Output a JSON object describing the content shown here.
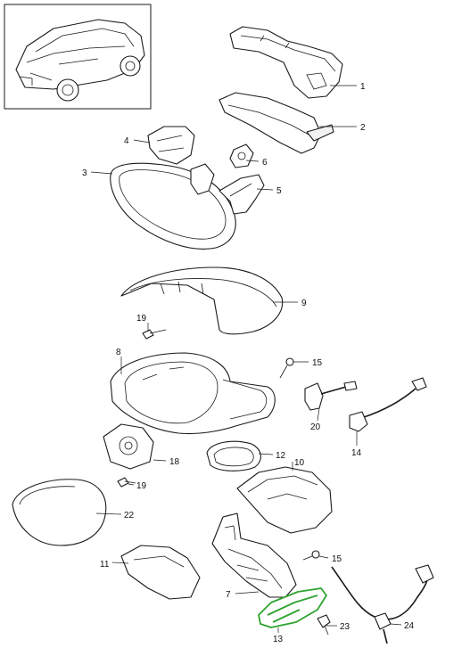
{
  "diagram": {
    "highlight_color": "#2fa32f",
    "line_color": "#1a1a1a",
    "highlighted_part": "13",
    "callouts": [
      {
        "id": "c1",
        "label": "1"
      },
      {
        "id": "c2",
        "label": "2"
      },
      {
        "id": "c3",
        "label": "3"
      },
      {
        "id": "c4",
        "label": "4"
      },
      {
        "id": "c5",
        "label": "5"
      },
      {
        "id": "c6",
        "label": "6"
      },
      {
        "id": "c7",
        "label": "7"
      },
      {
        "id": "c8",
        "label": "8"
      },
      {
        "id": "c9",
        "label": "9"
      },
      {
        "id": "c10",
        "label": "10"
      },
      {
        "id": "c11",
        "label": "11"
      },
      {
        "id": "c12",
        "label": "12"
      },
      {
        "id": "c13",
        "label": "13"
      },
      {
        "id": "c14",
        "label": "14"
      },
      {
        "id": "c15a",
        "label": "15"
      },
      {
        "id": "c15b",
        "label": "15"
      },
      {
        "id": "c18",
        "label": "18"
      },
      {
        "id": "c19a",
        "label": "19"
      },
      {
        "id": "c19b",
        "label": "19"
      },
      {
        "id": "c20",
        "label": "20"
      },
      {
        "id": "c22",
        "label": "22"
      },
      {
        "id": "c23",
        "label": "23"
      },
      {
        "id": "c24",
        "label": "24"
      }
    ]
  }
}
